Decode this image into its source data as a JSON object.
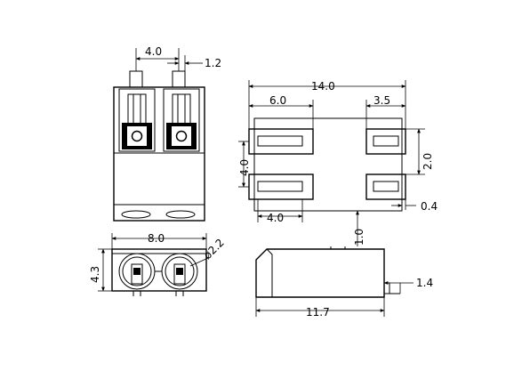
{
  "drawing": {
    "top_view": {
      "pitch_label": "4.0",
      "pin_width_label": "1.2"
    },
    "front_view": {
      "width_label": "8.0",
      "height_label": "4.3",
      "hole_label": "ø2.2"
    },
    "pcb_layout": {
      "overall_label": "14.0",
      "left_offset_label": "6.0",
      "right_offset_label": "3.5",
      "pad_pitch_label": "4.0",
      "pad_length_label": "4.0",
      "small_pad_label": "2.0",
      "gap_label": "0.4",
      "lead_label": "1.0"
    },
    "side_view": {
      "length_label": "11.7",
      "lead_label": "1.4"
    }
  }
}
